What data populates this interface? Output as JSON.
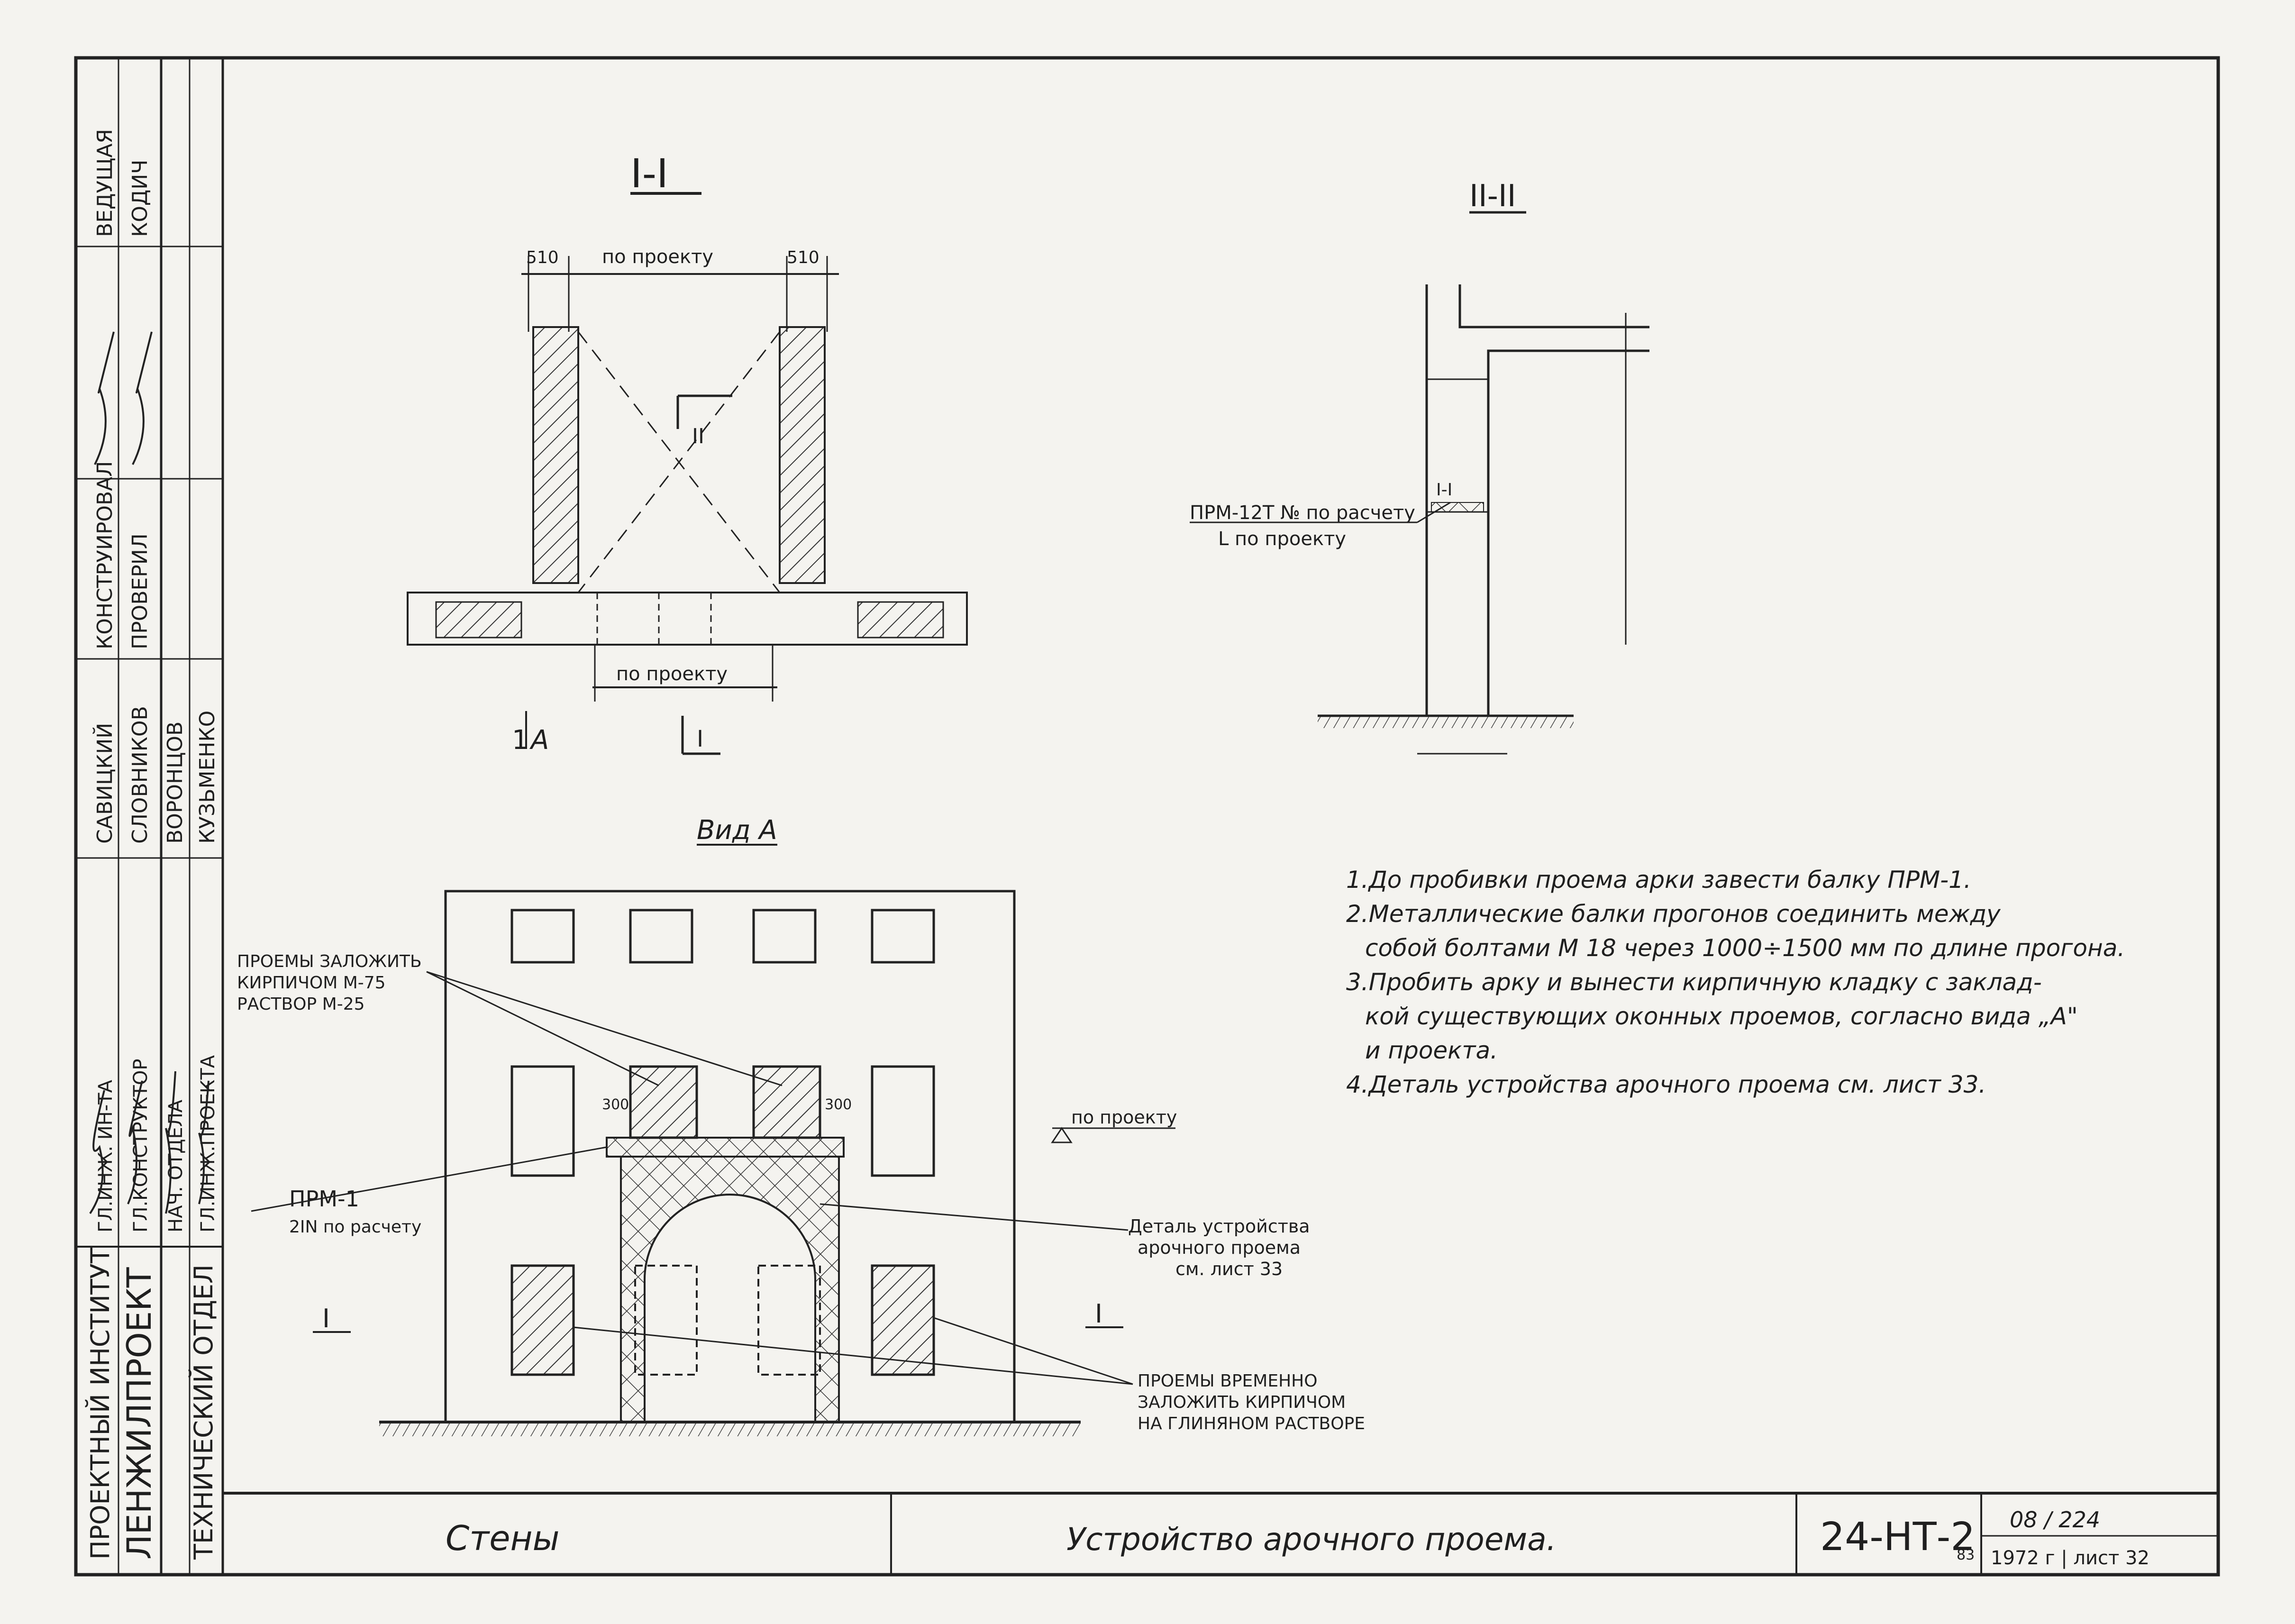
{
  "titleblock": {
    "org_line1": "ПРОЕКТНЫЙ ИНСТИТУТ",
    "org_line2": "ЛЕНЖИЛПРОЕКТ",
    "department": "ТЕХНИЧЕСКИЙ ОТДЕЛ",
    "roles": [
      "ГЛ.ИНЖ. ИН-ТА",
      "ГЛ.КОНСТРУКТОР",
      "НАЧ. ОТДЕЛА",
      "ГЛ.ИНЖ.ПРОЕКТА"
    ],
    "names": [
      "САВИЦКИЙ",
      "СЛОВНИКОВ",
      "ВОРОНЦОВ",
      "КУЗЬМЕНКО"
    ],
    "role2": [
      "КОНСТРУИРОВАЛ",
      "ПРОВЕРИЛ"
    ],
    "names2": [
      "ВЕДУЩАЯ",
      "КОДИЧ"
    ],
    "section": "Стены",
    "title": "Устройство арочного проема.",
    "code": "24-НТ-2",
    "code_sub": "83",
    "sheet_ref": "08 / 224",
    "year_sheet": "1972 г | лист 32"
  },
  "section_1": {
    "title": "I-I",
    "dim_510_left": "510",
    "dim_project": "по проекту",
    "dim_510_right": "510",
    "dim_bottom": "по проекту",
    "cut_label": "II",
    "view_mark": "А",
    "cut_label_bottom": "I"
  },
  "section_2": {
    "title": "II-II",
    "cut_mark": "I-I",
    "beam_label": "ПРМ-12Т № по расчету",
    "beam_sub": "L по проекту"
  },
  "view_a": {
    "title": "Вид А",
    "label_fill_1": "ПРОЕМЫ ЗАЛОЖИТЬ",
    "label_fill_2": "КИРПИЧОМ М-75",
    "label_fill_3": "РАСТВОР М-25",
    "beam": "ПРМ-1",
    "beam_sub": "2IN по расчету",
    "level": "по проекту",
    "detail_1": "Деталь устройства",
    "detail_2": "арочного проема",
    "detail_3": "см. лист 33",
    "temp_1": "ПРОЕМЫ ВРЕМЕННО",
    "temp_2": "ЗАЛОЖИТЬ КИРПИЧОМ",
    "temp_3": "НА ГЛИНЯНОМ РАСТВОРЕ",
    "cut_left": "I",
    "cut_right": "I",
    "dim_small": "300"
  },
  "notes": [
    "1.До пробивки проема арки завести балку ПРМ-1.",
    "2.Металлические балки прогонов соединить между",
    "собой болтами М 18 через 1000÷1500 мм по длине прогона.",
    "3.Пробить арку и вынести кирпичную кладку с заклад-",
    "кой существующих оконных проемов, согласно вида „А\"",
    "и проекта.",
    "4.Деталь устройства арочного проема см. лист 33."
  ]
}
